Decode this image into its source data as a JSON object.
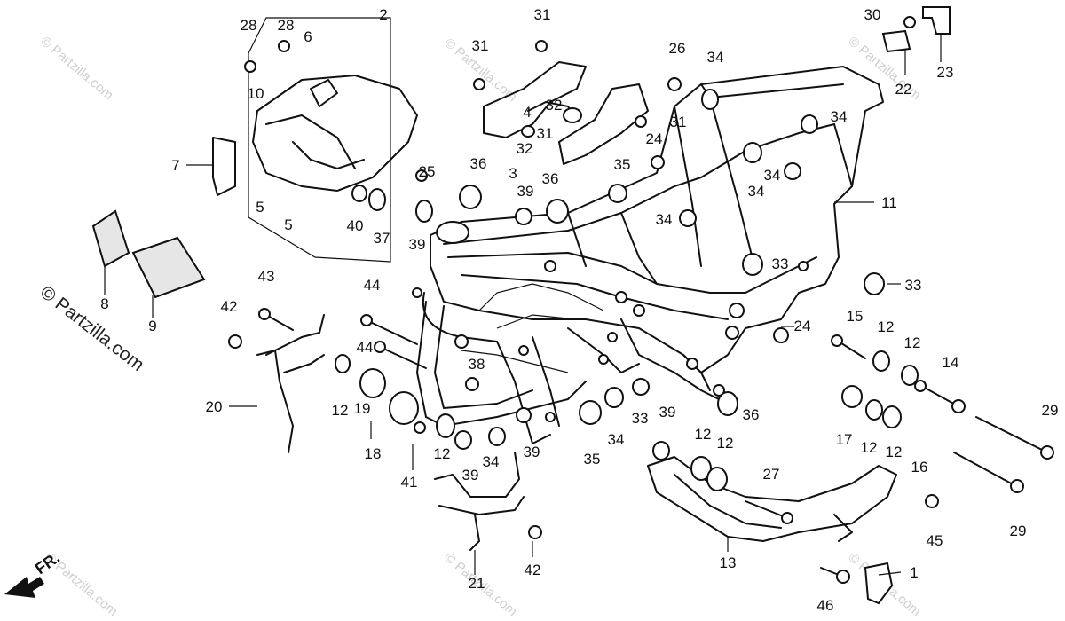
{
  "watermark": {
    "large_text": "© Partzilla.com",
    "small_text": "© Partzilla.com"
  },
  "direction_marker": {
    "text": "FR.",
    "icon": "front-arrow-icon"
  },
  "callouts": [
    {
      "id": "c2",
      "text": "2"
    },
    {
      "id": "c28a",
      "text": "28"
    },
    {
      "id": "c28b",
      "text": "28"
    },
    {
      "id": "c6",
      "text": "6"
    },
    {
      "id": "c10",
      "text": "10"
    },
    {
      "id": "c7",
      "text": "7"
    },
    {
      "id": "c5a",
      "text": "5"
    },
    {
      "id": "c5b",
      "text": "5"
    },
    {
      "id": "c40",
      "text": "40"
    },
    {
      "id": "c37",
      "text": "37"
    },
    {
      "id": "c8",
      "text": "8"
    },
    {
      "id": "c9",
      "text": "9"
    },
    {
      "id": "c31a",
      "text": "31"
    },
    {
      "id": "c31b",
      "text": "31"
    },
    {
      "id": "c31c",
      "text": "31"
    },
    {
      "id": "c31d",
      "text": "31"
    },
    {
      "id": "c4",
      "text": "4"
    },
    {
      "id": "c32a",
      "text": "32"
    },
    {
      "id": "c32b",
      "text": "32"
    },
    {
      "id": "c3",
      "text": "3"
    },
    {
      "id": "c26",
      "text": "26"
    },
    {
      "id": "c24a",
      "text": "24"
    },
    {
      "id": "c34a",
      "text": "34"
    },
    {
      "id": "c25",
      "text": "25"
    },
    {
      "id": "c36a",
      "text": "36"
    },
    {
      "id": "c36b",
      "text": "36"
    },
    {
      "id": "c39a",
      "text": "39"
    },
    {
      "id": "c39b",
      "text": "39"
    },
    {
      "id": "c35a",
      "text": "35"
    },
    {
      "id": "c30",
      "text": "30"
    },
    {
      "id": "c23",
      "text": "23"
    },
    {
      "id": "c22",
      "text": "22"
    },
    {
      "id": "c34b",
      "text": "34"
    },
    {
      "id": "c34c",
      "text": "34"
    },
    {
      "id": "c34d",
      "text": "34"
    },
    {
      "id": "c34e",
      "text": "34"
    },
    {
      "id": "c11",
      "text": "11"
    },
    {
      "id": "c33a",
      "text": "33"
    },
    {
      "id": "c33b",
      "text": "33"
    },
    {
      "id": "c43",
      "text": "43"
    },
    {
      "id": "c44a",
      "text": "44"
    },
    {
      "id": "c44b",
      "text": "44"
    },
    {
      "id": "c42a",
      "text": "42"
    },
    {
      "id": "c20",
      "text": "20"
    },
    {
      "id": "c12a",
      "text": "12"
    },
    {
      "id": "c19",
      "text": "19"
    },
    {
      "id": "c18",
      "text": "18"
    },
    {
      "id": "c38",
      "text": "38"
    },
    {
      "id": "c41",
      "text": "41"
    },
    {
      "id": "c12b",
      "text": "12"
    },
    {
      "id": "c39c",
      "text": "39"
    },
    {
      "id": "c34f",
      "text": "34"
    },
    {
      "id": "c39d",
      "text": "39"
    },
    {
      "id": "c35b",
      "text": "35"
    },
    {
      "id": "c34g",
      "text": "34"
    },
    {
      "id": "c33c",
      "text": "33"
    },
    {
      "id": "c39e",
      "text": "39"
    },
    {
      "id": "c36c",
      "text": "36"
    },
    {
      "id": "c24b",
      "text": "24"
    },
    {
      "id": "c15",
      "text": "15"
    },
    {
      "id": "c12c",
      "text": "12"
    },
    {
      "id": "c12d",
      "text": "12"
    },
    {
      "id": "c14",
      "text": "14"
    },
    {
      "id": "c17",
      "text": "17"
    },
    {
      "id": "c12e",
      "text": "12"
    },
    {
      "id": "c12f",
      "text": "12"
    },
    {
      "id": "c16",
      "text": "16"
    },
    {
      "id": "c29a",
      "text": "29"
    },
    {
      "id": "c29b",
      "text": "29"
    },
    {
      "id": "c12g",
      "text": "12"
    },
    {
      "id": "c12h",
      "text": "12"
    },
    {
      "id": "c27",
      "text": "27"
    },
    {
      "id": "c45",
      "text": "45"
    },
    {
      "id": "c13",
      "text": "13"
    },
    {
      "id": "c1",
      "text": "1"
    },
    {
      "id": "c46",
      "text": "46"
    },
    {
      "id": "c21",
      "text": "21"
    },
    {
      "id": "c42b",
      "text": "42"
    }
  ]
}
